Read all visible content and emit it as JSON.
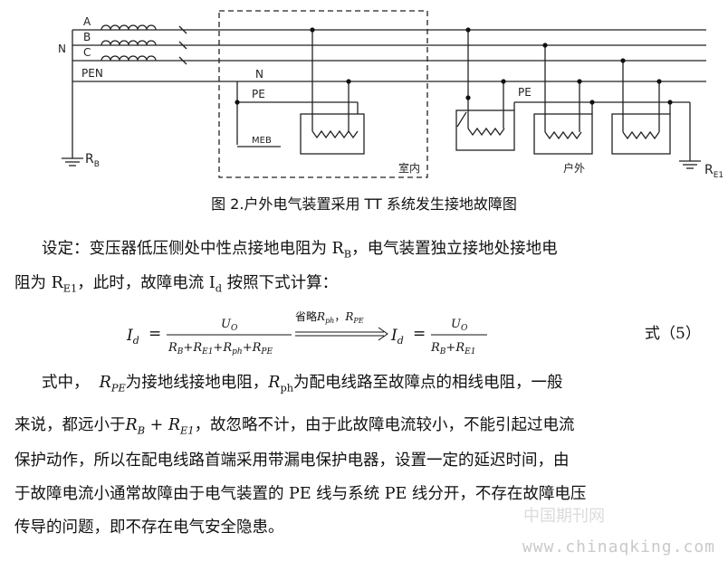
{
  "diagram": {
    "phase_labels": [
      "A",
      "B",
      "C",
      "PEN"
    ],
    "n_label": "N",
    "rb_label": "R",
    "rb_sub": "B",
    "indoor_n": "N",
    "indoor_pe": "PE",
    "meb": "MEB",
    "indoor": "室内",
    "outdoor_pe": "PE",
    "outdoor": "户外",
    "re1_label": "R",
    "re1_sub": "E1"
  },
  "caption": "图 2.户外电气装置采用 TT 系统发生接地故障图",
  "para1_a": "设定：变压器低压侧处中性点接地电阻为 R",
  "para1_a_sub": "B",
  "para1_b": "，电气装置独立接地处接地电",
  "para1_c": "阻为 R",
  "para1_c_sub": "E1",
  "para1_d": "，此时，故障电流 I",
  "para1_d_sub": "d",
  "para1_e": " 按照下式计算：",
  "formula": {
    "lhs": "I",
    "lhs_sub": "d",
    "num": "U",
    "num_sub": "O",
    "den1": "R",
    "den1_sub": "B",
    "plus1": "+",
    "den2": "R",
    "den2_sub": "E1",
    "plus2": "+",
    "den3": "R",
    "den3_sub": "ph",
    "plus3": "+",
    "den4": "R",
    "den4_sub": "PE",
    "arrow_label": "省略",
    "arrow_r1": "R",
    "arrow_r1_sub": "ph",
    "arrow_comma": "，",
    "arrow_r2": "R",
    "arrow_r2_sub": "PE",
    "rhs": "I",
    "rhs_sub": "d",
    "num2": "U",
    "num2_sub": "O",
    "den5": "R",
    "den5_sub": "B",
    "plus5": "+",
    "den6": "R",
    "den6_sub": "E1",
    "eq": "=",
    "label": "式（5）"
  },
  "para2_a": "式中，",
  "para2_r1": "R",
  "para2_r1_sub": "PE",
  "para2_b": "为接地线接地电阻，",
  "para2_r2": "R",
  "para2_r2_sub": "ph",
  "para2_c": "为配电线路至故障点的相线电阻，一般",
  "para3_a": "来说，都远小于",
  "para3_r1": "R",
  "para3_r1_sub": "B",
  "para3_plus": " + ",
  "para3_r2": "R",
  "para3_r2_sub": "E1",
  "para3_b": "，故忽略不计，由于此故障电流较小，不能引起过电流",
  "para4": "保护动作，所以在配电线路首端采用带漏电保护电器，设置一定的延迟时间，由",
  "para5": "于故障电流小通常故障由于电气装置的 PE 线与系统 PE 线分开，不存在故障电压",
  "para6": "传导的问题，即不存在电气安全隐患。",
  "watermark": "www.chinaqking.com",
  "watermark_inline": "中国期刊网"
}
